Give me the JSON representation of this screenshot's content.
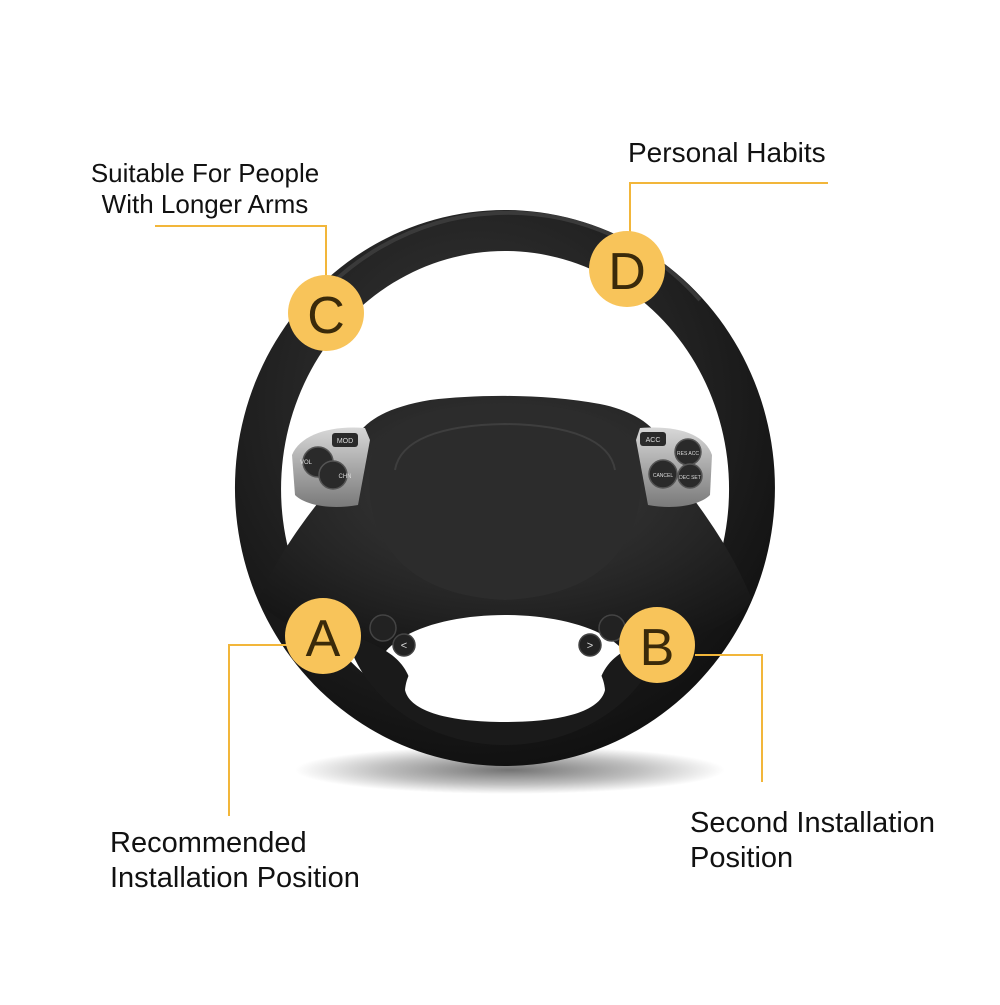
{
  "labels": {
    "c": {
      "line1": "Suitable For People",
      "line2": "With Longer Arms"
    },
    "d": {
      "line1": "Personal Habits"
    },
    "a": {
      "line1": "Recommended",
      "line2": "Installation Position"
    },
    "b": {
      "line1": "Second Installation",
      "line2": "Position"
    }
  },
  "markers": {
    "a": "A",
    "b": "B",
    "c": "C",
    "d": "D"
  },
  "wheel_buttons": {
    "mode": "MOD",
    "vol": "VOL",
    "chn": "CHN",
    "acc": "ACC",
    "res": "RES ACC",
    "cancel": "CANCEL",
    "dec": "DEC SET"
  },
  "colors": {
    "marker_fill": "#F8C45A",
    "leader_line": "#F2B63A",
    "wheel": "#1C1C1C",
    "text": "#111111"
  }
}
